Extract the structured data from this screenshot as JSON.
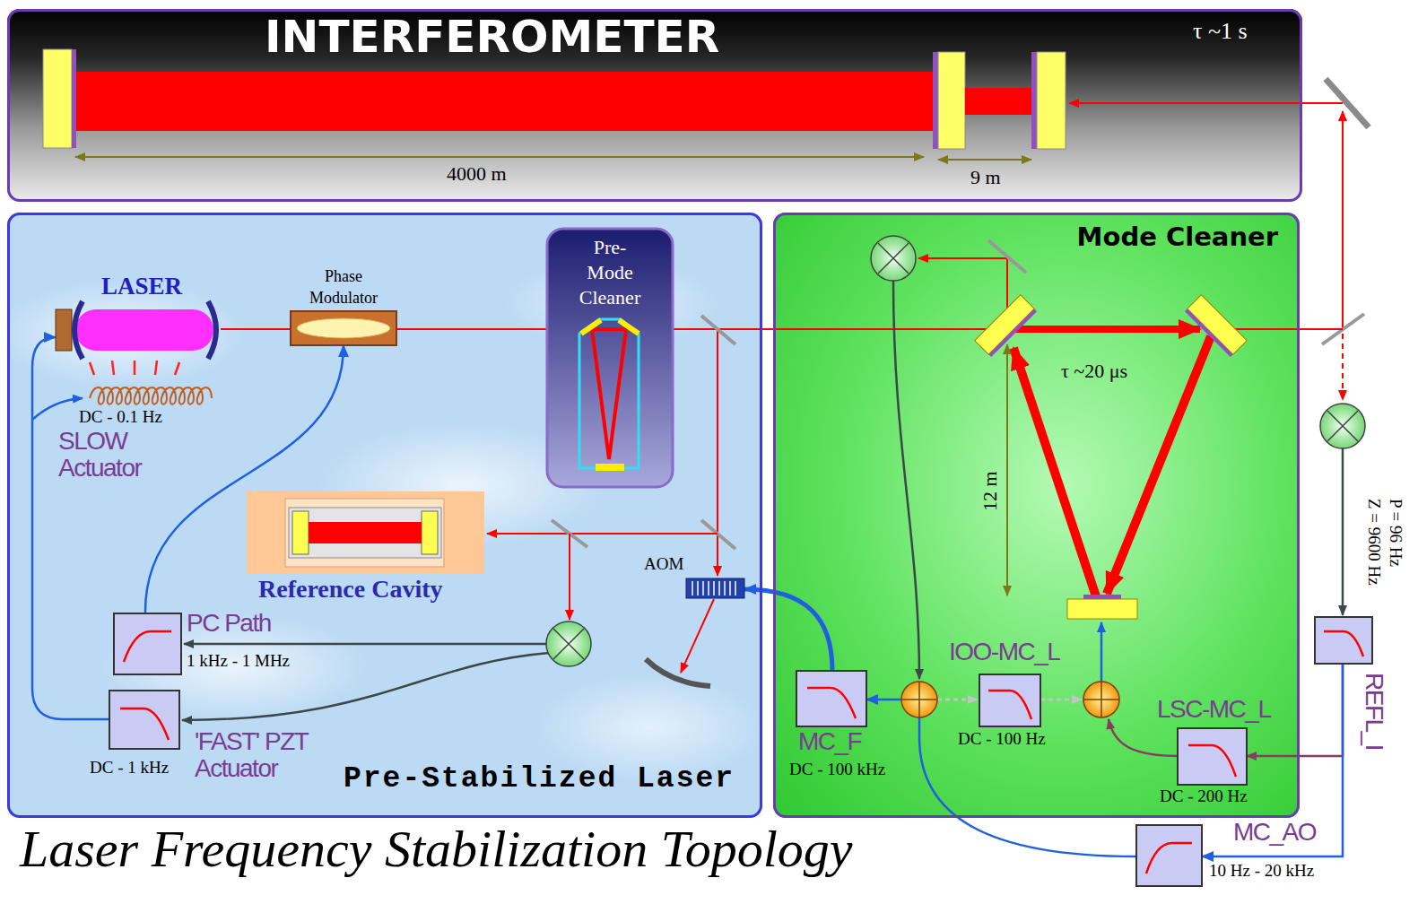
{
  "diagram": {
    "title": "Laser Frequency Stabilization Topology",
    "nodes": [
      {
        "text": [
          "INTERFEROMETER"
        ]
      },
      {
        "text": [
          "Pre-Stabilized Laser"
        ]
      },
      {
        "text": [
          "Mode Cleaner"
        ]
      },
      {
        "text": [
          "LASER"
        ],
        "in": 1
      },
      {
        "text": [
          "Phase Modulator"
        ],
        "in": 1
      },
      {
        "text": [
          "Pre- Mode Cleaner"
        ],
        "in": 1
      },
      {
        "text": [
          "Reference Cavity"
        ],
        "in": 1
      },
      {
        "text": [
          "AOM"
        ],
        "in": 1
      },
      {
        "text": [
          "PC Path",
          "1 kHz - 1 MHz"
        ],
        "in": 1
      },
      {
        "text": [
          "'FAST' PZT Actuator",
          "DC - 1 kHz"
        ],
        "in": 1
      },
      {
        "text": [
          "MC_F",
          "DC - 100 kHz"
        ],
        "in": 2
      },
      {
        "text": [
          "IOO-MC_L",
          "DC - 100 Hz"
        ],
        "in": 2
      },
      {
        "text": [
          "LSC-MC_L",
          "DC - 200 Hz"
        ],
        "in": 2
      },
      {
        "text": [
          "REFL_I"
        ]
      },
      {
        "text": [
          "MC_AO",
          "10 Hz - 20 kHz"
        ]
      }
    ],
    "edges": [
      {
        "from": 3,
        "to": 4,
        "arrow": "none"
      },
      {
        "from": 4,
        "to": 5,
        "arrow": "none"
      },
      {
        "from": 8,
        "to": 4,
        "arrow": "to"
      },
      {
        "from": 9,
        "to": 3,
        "arrow": "to"
      },
      {
        "from": 10,
        "to": 7,
        "arrow": "to"
      },
      {
        "from": 13,
        "to": 12,
        "arrow": "to"
      },
      {
        "from": 13,
        "to": 14,
        "arrow": "to"
      },
      {
        "from": 14,
        "to": 10,
        "arrow": "to"
      }
    ],
    "labels": [
      "τ ~1 s",
      "4000 m",
      "9 m",
      "DC - 0.1 Hz",
      "SLOW Actuator",
      "τ ~20 μs",
      "12 m",
      "P = 96 Hz",
      "Z = 9600 Hz"
    ]
  }
}
